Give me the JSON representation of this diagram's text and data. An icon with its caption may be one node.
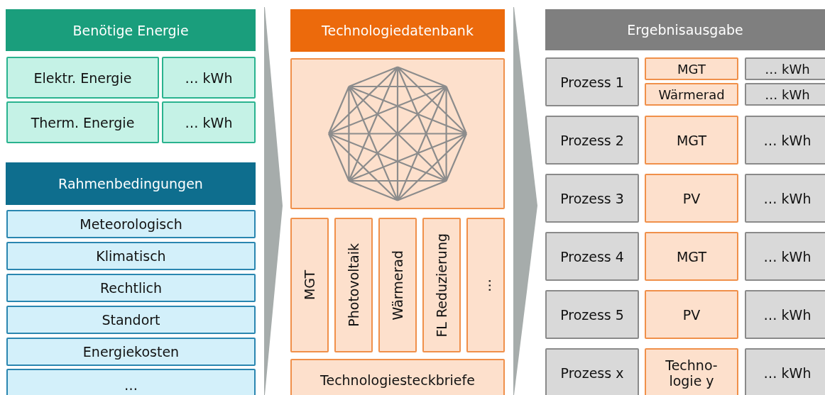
{
  "diagram": {
    "nodes": [
      {
        "text": [
          "Benötige Energie"
        ]
      },
      {
        "text": [
          "Elektr. Energie"
        ]
      },
      {
        "text": [
          "… kWh"
        ]
      },
      {
        "text": [
          "Therm. Energie"
        ]
      },
      {
        "text": [
          "… kWh"
        ]
      },
      {
        "text": [
          "Rahmenbedingungen"
        ]
      },
      {
        "text": [
          "Meteorologisch"
        ]
      },
      {
        "text": [
          "Klimatisch"
        ]
      },
      {
        "text": [
          "Rechtlich"
        ]
      },
      {
        "text": [
          "Standort"
        ]
      },
      {
        "text": [
          "Energiekosten"
        ]
      },
      {
        "text": [
          "…"
        ]
      },
      {
        "text": [
          "Technologiedatenbank"
        ]
      },
      {
        "text": [],
        "shape": "box"
      },
      {
        "text": [
          "MGT"
        ]
      },
      {
        "text": [
          "Photovoltaik"
        ]
      },
      {
        "text": [
          "Wärmerad"
        ]
      },
      {
        "text": [
          "FL Reduzierung"
        ]
      },
      {
        "text": [
          "…"
        ]
      },
      {
        "text": [
          "Technologiesteckbriefe"
        ]
      },
      {
        "text": [
          "Ergebnisausgabe"
        ]
      },
      {
        "text": [
          "Prozess 1"
        ]
      },
      {
        "text": [
          "MGT"
        ]
      },
      {
        "text": [
          "Wärmerad"
        ]
      },
      {
        "text": [
          "… kWh"
        ]
      },
      {
        "text": [
          "… kWh"
        ]
      },
      {
        "text": [
          "Prozess 2"
        ]
      },
      {
        "text": [
          "MGT"
        ]
      },
      {
        "text": [
          "… kWh"
        ]
      },
      {
        "text": [
          "Prozess 3"
        ]
      },
      {
        "text": [
          "PV"
        ]
      },
      {
        "text": [
          "… kWh"
        ]
      },
      {
        "text": [
          "Prozess 4"
        ]
      },
      {
        "text": [
          "MGT"
        ]
      },
      {
        "text": [
          "… kWh"
        ]
      },
      {
        "text": [
          "Prozess 5"
        ]
      },
      {
        "text": [
          "PV"
        ]
      },
      {
        "text": [
          "… kWh"
        ]
      },
      {
        "text": [
          "Prozess x"
        ]
      },
      {
        "text": [
          "Techno- logie y"
        ]
      },
      {
        "text": [
          "… kWh"
        ]
      }
    ],
    "edges": [
      {
        "from": 0,
        "to": 12,
        "arrow": "to"
      },
      {
        "from": 12,
        "to": 20,
        "arrow": "to"
      }
    ]
  }
}
